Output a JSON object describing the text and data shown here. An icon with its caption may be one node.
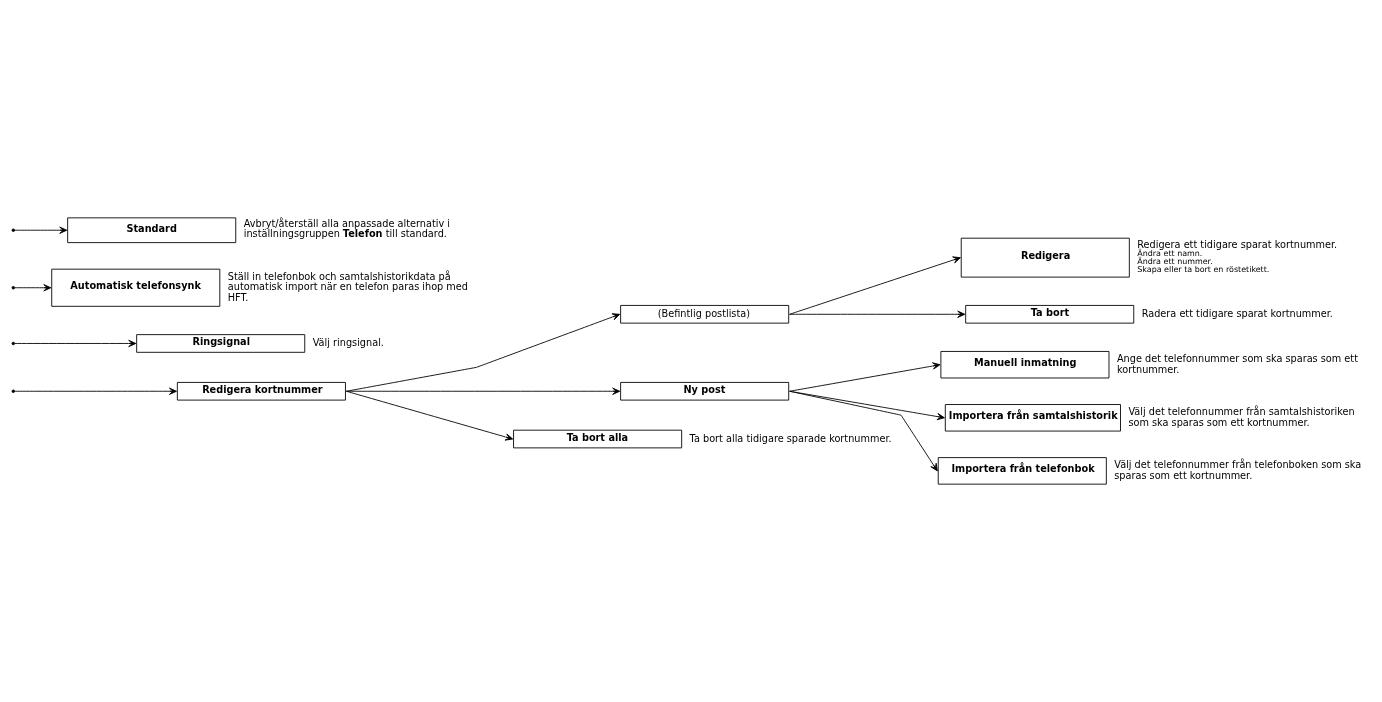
{
  "diagram": {
    "nodes": [
      {
        "text": [
          "Redigera kortnummer"
        ]
      },
      {
        "text": [
          "(Befintlig postlista)"
        ]
      },
      {
        "text": [
          "Redigera"
        ],
        "beside": [
          "Redigera ett tidigare sparat kortnummer.",
          "Ändra ett namn.",
          "Ändra ett nummer.",
          "Skapa eller ta bort en röstetikett."
        ]
      },
      {
        "text": [
          "Ta bort"
        ],
        "beside": [
          "Radera ett tidigare sparat kortnummer."
        ]
      },
      {
        "text": [
          "Ny post"
        ]
      },
      {
        "text": [
          "Manuell inmatning"
        ],
        "beside": [
          "Ange det telefonnummer som ska sparas som ett kortnummer."
        ]
      },
      {
        "text": [
          "Importera från samtalshistorik"
        ],
        "beside": [
          "Välj det telefonnummer från samtalshistoriken som ska sparas som ett kortnummer."
        ]
      },
      {
        "text": [
          "Importera från telefonbok"
        ],
        "beside": [
          "Välj det telefonnummer från telefonboken som ska sparas som ett kortnummer."
        ]
      },
      {
        "text": [
          "Ta bort alla"
        ],
        "beside": [
          "Ta bort alla tidigare sparade kortnummer."
        ]
      },
      {
        "text": [
          "Ringsignal"
        ],
        "beside": [
          "Välj ringsignal."
        ]
      },
      {
        "text": [
          "Automatisk telefonsynk"
        ],
        "beside": [
          "Ställ in telefonbok och samtalshistorikdata på automatisk import när en telefon paras ihop med HFT."
        ]
      },
      {
        "text": [
          "Standard"
        ],
        "beside": [
          "Avbryt/återställ alla anpassade alternativ i inställningsgruppen **Telefon** till standard."
        ]
      }
    ],
    "edges": [
      {
        "from": null,
        "to": 0,
        "arrow": "to"
      },
      {
        "from": 0,
        "to": 1,
        "arrow": "to"
      },
      {
        "from": 1,
        "to": 2,
        "arrow": "to"
      },
      {
        "from": 1,
        "to": 3,
        "arrow": "to"
      },
      {
        "from": 0,
        "to": 4,
        "arrow": "to"
      },
      {
        "from": 4,
        "to": 5,
        "arrow": "to"
      },
      {
        "from": 4,
        "to": 6,
        "arrow": "to"
      },
      {
        "from": 4,
        "to": 7,
        "arrow": "to"
      },
      {
        "from": 0,
        "to": 8,
        "arrow": "to"
      },
      {
        "from": null,
        "to": 9,
        "arrow": "to"
      },
      {
        "from": null,
        "to": 10,
        "arrow": "to"
      },
      {
        "from": null,
        "to": 11,
        "arrow": "to"
      }
    ]
  }
}
